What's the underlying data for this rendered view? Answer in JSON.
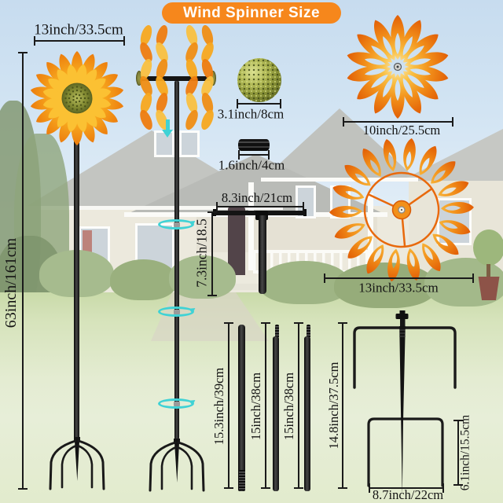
{
  "title": "Wind Spinner Size",
  "dimensions": {
    "spinner_width": "13inch/33.5cm",
    "total_height": "63inch/161cm",
    "ball_diameter": "3.1inch/8cm",
    "connector_length": "1.6inch/4cm",
    "crossbar_width": "8.3inch/21cm",
    "crossbar_height": "7.3inch/18.5",
    "small_flower_diameter": "10inch/25.5cm",
    "large_flower_diameter": "13inch/33.5cm",
    "pole_segment_1": "15.3inch/39cm",
    "pole_segment_2": "15inch/38cm",
    "pole_segment_3": "15inch/38cm",
    "stake_height": "14.8inch/37.5cm",
    "stake_prong_height": "6.1inch/15.5cm",
    "stake_width": "8.7inch/22cm"
  },
  "colors": {
    "title_background": "#f6871c",
    "title_text": "#ffffff",
    "petal_highlight": "#fdeebc",
    "petal_light": "#f9bf43",
    "petal_mid": "#f2901a",
    "petal_deep": "#e05a04",
    "sunflower_light": "#fbc95a",
    "sunflower_mid": "#f7a81f",
    "sunflower_deep": "#ec7b0c",
    "flower_center_olive": "#79812c",
    "metal_black": "#161616",
    "rotation_arrow_teal": "#3fd2d5",
    "dimension_ink": "#1a1a1a"
  }
}
